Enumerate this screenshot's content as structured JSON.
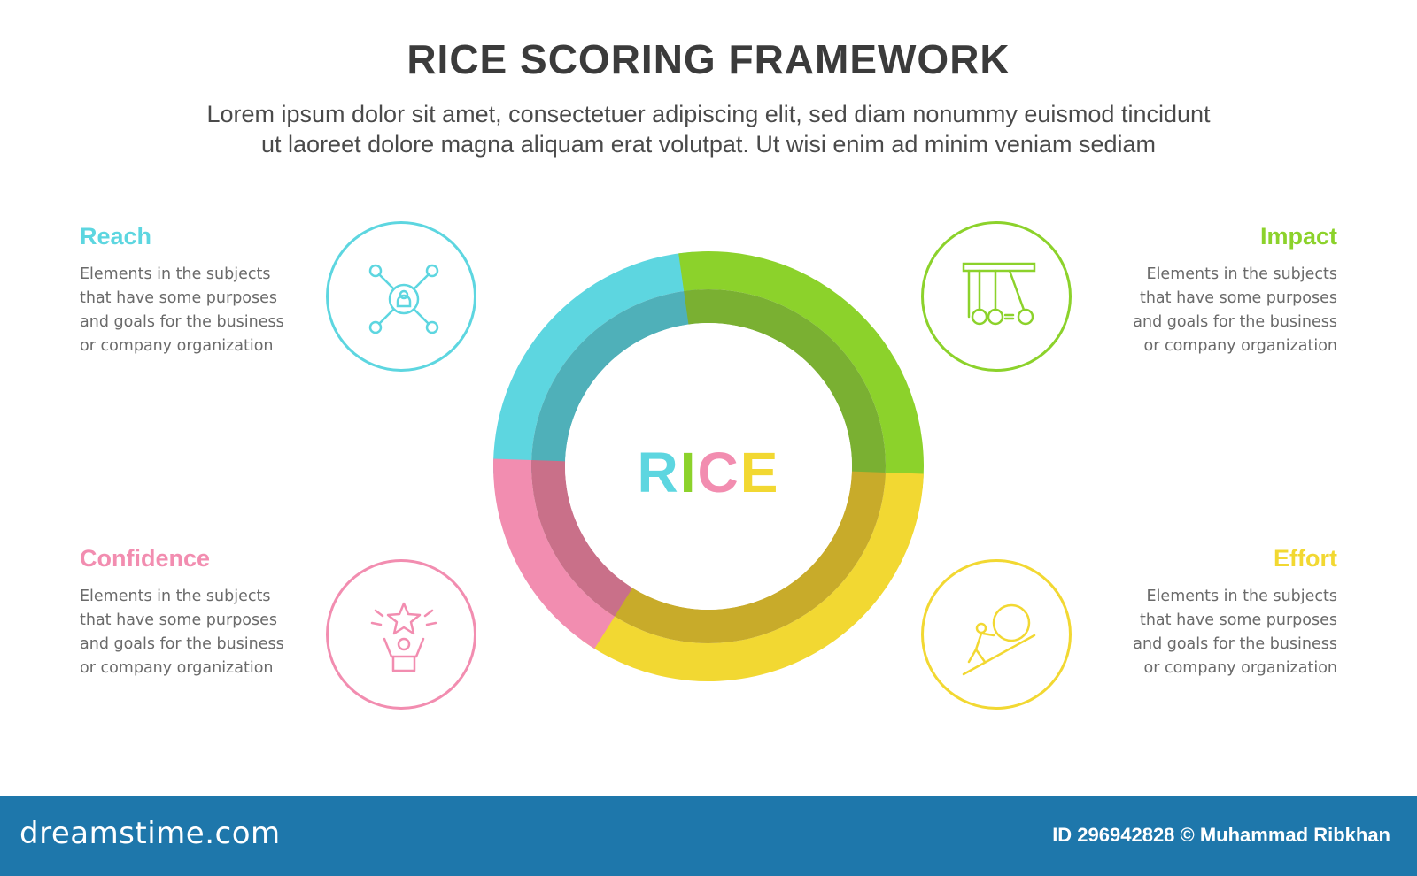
{
  "header": {
    "title": "RICE SCORING FRAMEWORK",
    "subtitle_line1": "Lorem ipsum dolor sit amet, consectetuer adipiscing elit, sed diam nonummy euismod tincidunt",
    "subtitle_line2": "ut laoreet dolore magna aliquam erat volutpat. Ut wisi enim ad minim veniam sediam"
  },
  "center": {
    "letters": [
      {
        "char": "R",
        "color": "#5dd6e0"
      },
      {
        "char": "I",
        "color": "#8cd22b"
      },
      {
        "char": "C",
        "color": "#f28db0"
      },
      {
        "char": "E",
        "color": "#f2d832"
      }
    ]
  },
  "items": [
    {
      "title": "Reach",
      "color": "#5dd6e0",
      "icon": "network-user-icon",
      "lines": [
        "Elements in the subjects",
        "that have some purposes",
        "and goals for the  business",
        "or company organization"
      ]
    },
    {
      "title": "Impact",
      "color": "#8cd22b",
      "icon": "newtons-cradle-icon",
      "lines": [
        "Elements in the subjects",
        "that have some purposes",
        "and goals for the  business",
        "or company organization"
      ]
    },
    {
      "title": "Confidence",
      "color": "#f28db0",
      "icon": "person-star-icon",
      "lines": [
        "Elements in the subjects",
        "that have some purposes",
        "and goals for the  business",
        "or company organization"
      ]
    },
    {
      "title": "Effort",
      "color": "#f2d832",
      "icon": "push-boulder-icon",
      "lines": [
        "Elements in the subjects",
        "that have some purposes",
        "and goals for the  business",
        "or company organization"
      ]
    }
  ],
  "ring": {
    "segments": [
      {
        "name": "reach",
        "outer": "#5dd6e0",
        "inner": "#4fb0b9"
      },
      {
        "name": "impact",
        "outer": "#8cd22b",
        "inner": "#7ab032"
      },
      {
        "name": "effort",
        "outer": "#f2d832",
        "inner": "#c8ab2a"
      },
      {
        "name": "confidence",
        "outer": "#f28db0",
        "inner": "#c97089"
      }
    ]
  },
  "footer": {
    "logo": "dreamstime.com",
    "id_text": "ID 296942828 © Muhammad Ribkhan"
  }
}
